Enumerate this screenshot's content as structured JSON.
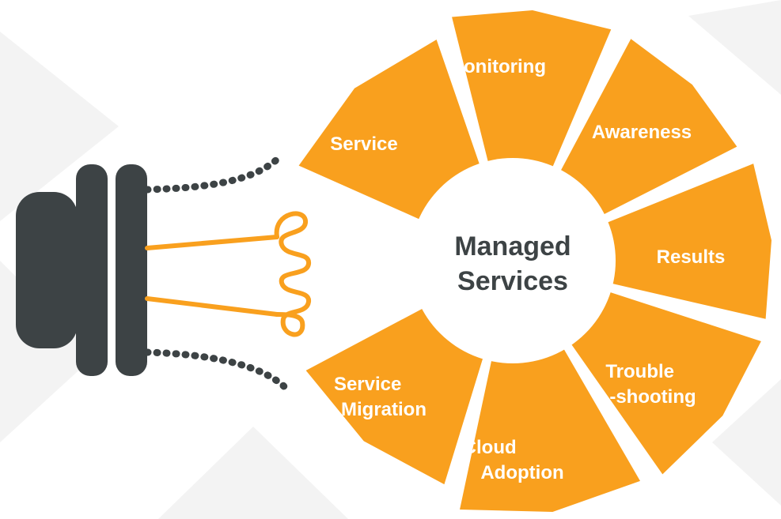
{
  "diagram": {
    "center": {
      "line1": "Managed",
      "line2": "Services"
    },
    "segments": [
      {
        "id": "service",
        "lines": [
          "Service"
        ]
      },
      {
        "id": "monitoring",
        "lines": [
          "Monitoring"
        ]
      },
      {
        "id": "awareness",
        "lines": [
          "Awareness"
        ]
      },
      {
        "id": "results",
        "lines": [
          "Results"
        ]
      },
      {
        "id": "troubleshooting",
        "lines": [
          "Trouble",
          "-shooting"
        ]
      },
      {
        "id": "cloud-adoption",
        "lines": [
          "Cloud",
          "Adoption"
        ]
      },
      {
        "id": "service-migration",
        "lines": [
          "Service",
          "Migration"
        ]
      }
    ]
  },
  "colors": {
    "segment": "#f9a01e",
    "bulb_base": "#3d4345",
    "filament": "#f9a01e",
    "center_text": "#3d4345",
    "background_pattern": "#f2f2f2"
  },
  "icons": [
    "light-bulb-base-icon",
    "filament-icon"
  ]
}
